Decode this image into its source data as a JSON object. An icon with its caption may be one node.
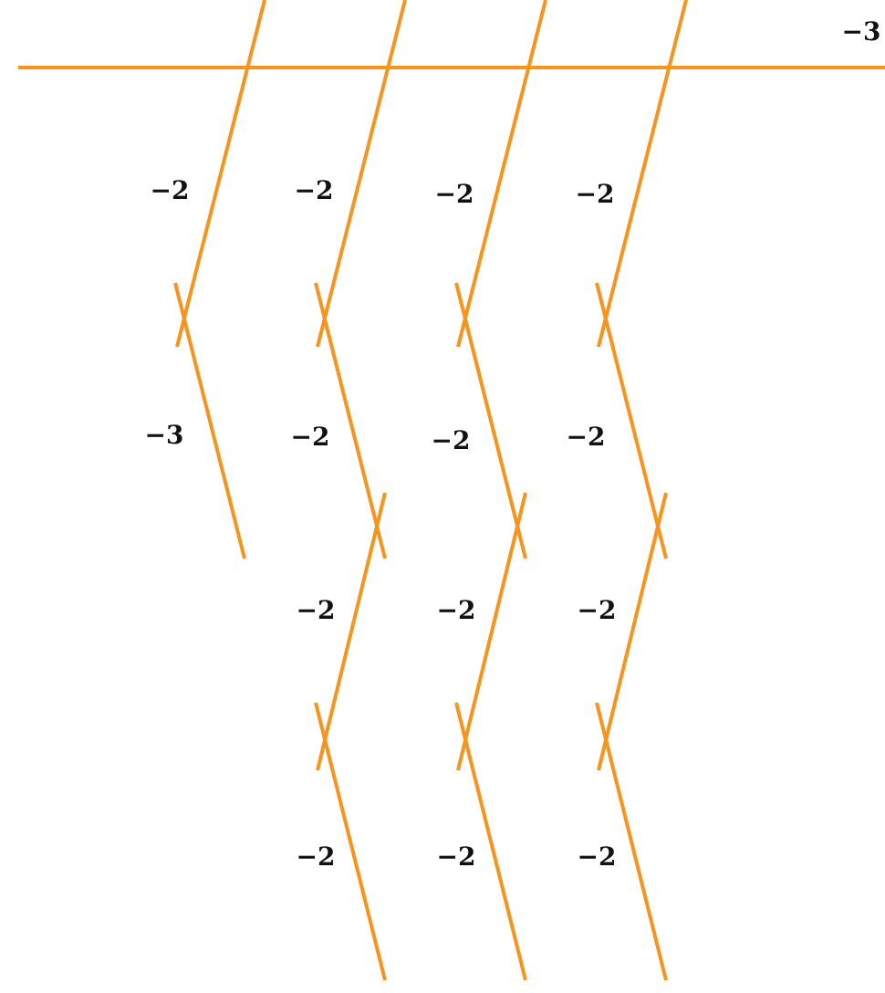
{
  "diagram": {
    "labels": [
      "−3",
      "−2",
      "−2",
      "−2",
      "−2",
      "−3",
      "−2",
      "−2",
      "−2",
      "−2",
      "−2",
      "−2",
      "−2",
      "−2",
      "−2"
    ]
  }
}
